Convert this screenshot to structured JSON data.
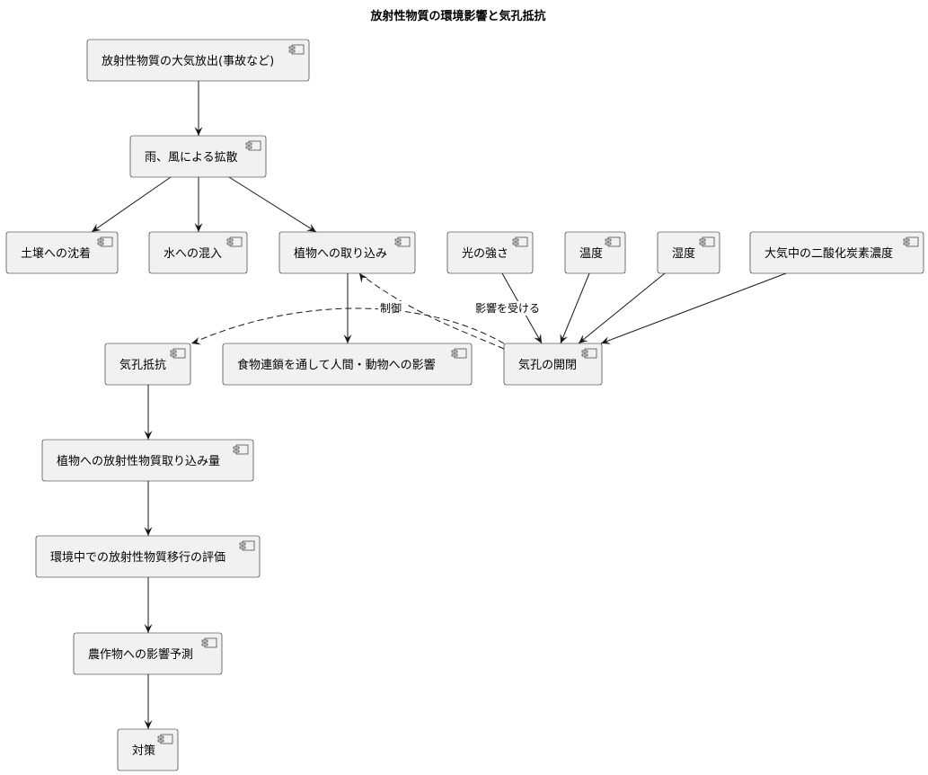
{
  "title": "放射性物質の環境影響と気孔抵抗",
  "nodes": [
    {
      "id": "release",
      "label": "放射性物質の大気放出(事故など)"
    },
    {
      "id": "spread",
      "label": "雨、風による拡散"
    },
    {
      "id": "soil",
      "label": "土壌への沈着"
    },
    {
      "id": "water",
      "label": "水への混入"
    },
    {
      "id": "plant_uptake",
      "label": "植物への取り込み"
    },
    {
      "id": "light",
      "label": "光の強さ"
    },
    {
      "id": "temp",
      "label": "温度"
    },
    {
      "id": "humidity",
      "label": "湿度"
    },
    {
      "id": "co2",
      "label": "大気中の二酸化炭素濃度"
    },
    {
      "id": "stomatal_resistance",
      "label": "気孔抵抗"
    },
    {
      "id": "food_chain",
      "label": "食物連鎖を通して人間・動物への影響"
    },
    {
      "id": "stomata_open_close",
      "label": "気孔の開閉"
    },
    {
      "id": "uptake_amount",
      "label": "植物への放射性物質取り込み量"
    },
    {
      "id": "evaluation",
      "label": "環境中での放射性物質移行の評価"
    },
    {
      "id": "crop_prediction",
      "label": "農作物への影響予測"
    },
    {
      "id": "countermeasure",
      "label": "対策"
    }
  ],
  "edges": [
    {
      "from": "release",
      "to": "spread",
      "label": "",
      "style": "solid"
    },
    {
      "from": "spread",
      "to": "soil",
      "label": "",
      "style": "solid"
    },
    {
      "from": "spread",
      "to": "water",
      "label": "",
      "style": "solid"
    },
    {
      "from": "spread",
      "to": "plant_uptake",
      "label": "",
      "style": "solid"
    },
    {
      "from": "plant_uptake",
      "to": "food_chain",
      "label": "",
      "style": "solid"
    },
    {
      "from": "light",
      "to": "stomata_open_close",
      "label": "",
      "style": "solid"
    },
    {
      "from": "temp",
      "to": "stomata_open_close",
      "label": "",
      "style": "solid"
    },
    {
      "from": "humidity",
      "to": "stomata_open_close",
      "label": "",
      "style": "solid"
    },
    {
      "from": "co2",
      "to": "stomata_open_close",
      "label": "",
      "style": "solid"
    },
    {
      "from": "stomata_open_close",
      "to": "stomatal_resistance",
      "label": "制御",
      "style": "dashed"
    },
    {
      "from": "stomata_open_close",
      "to": "plant_uptake",
      "label": "影響を受ける",
      "style": "dashed"
    },
    {
      "from": "stomatal_resistance",
      "to": "uptake_amount",
      "label": "",
      "style": "solid"
    },
    {
      "from": "uptake_amount",
      "to": "evaluation",
      "label": "",
      "style": "solid"
    },
    {
      "from": "evaluation",
      "to": "crop_prediction",
      "label": "",
      "style": "solid"
    },
    {
      "from": "crop_prediction",
      "to": "countermeasure",
      "label": "",
      "style": "solid"
    }
  ]
}
